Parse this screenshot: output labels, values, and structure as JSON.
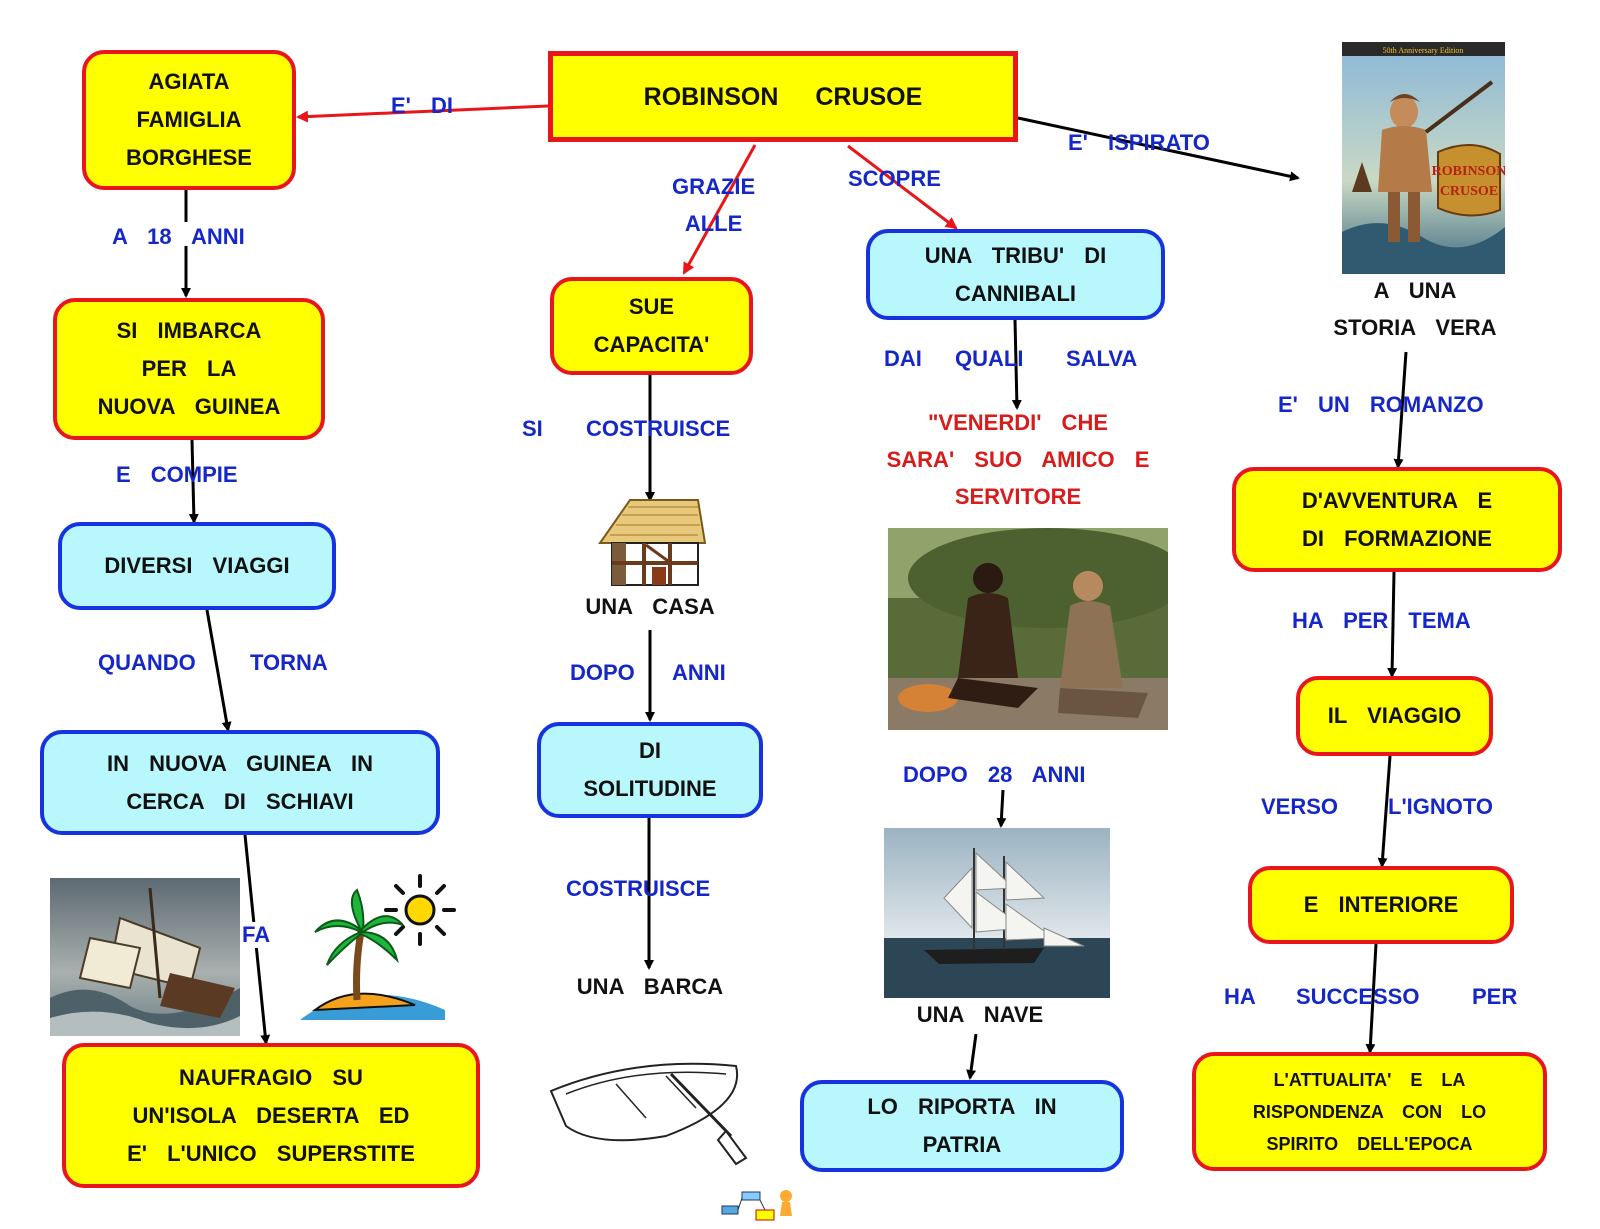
{
  "nodes": {
    "title": "ROBINSON CRUSOE",
    "famiglia": "AGIATA\nFAMIGLIA\nBORGHESE",
    "imbarca": "SI IMBARCA\nPER LA\nNUOVA GUINEA",
    "viaggi": "DIVERSI VIAGGI",
    "schiavi": "IN NUOVA GUINEA IN\nCERCA DI SCHIAVI",
    "naufragio": "NAUFRAGIO SU\nUN'ISOLA DESERTA ED\nE' L'UNICO SUPERSTITE",
    "capacita": "SUE\nCAPACITA'",
    "solitudine": "DI\nSOLITUDINE",
    "tribu": "UNA TRIBU' DI\nCANNIBALI",
    "patria": "LO RIPORTA IN\nPATRIA",
    "avventura": "D'AVVENTURA E\nDI FORMAZIONE",
    "viaggio": "IL VIAGGIO",
    "interiore": "E INTERIORE",
    "attualita": "L'ATTUALITA' E LA\nRISPONDENZA CON LO\nSPIRITO DELL'EPOCA"
  },
  "plain_text": {
    "casa": "UNA CASA",
    "barca": "UNA BARCA",
    "nave": "UNA NAVE",
    "storia": "A UNA\nSTORIA VERA",
    "venerdi": "\"VENERDI' CHE\nSARA' SUO AMICO E\nSERVITORE"
  },
  "links": {
    "e_di": "E' DI",
    "a18": "A 18 ANNI",
    "e_compie": "E COMPIE",
    "quando": "QUANDO",
    "torna": "TORNA",
    "fa": "FA",
    "grazie": "GRAZIE\nALLE",
    "si": "SI",
    "costruisce1": "COSTRUISCE",
    "dopo": "DOPO",
    "anni": "ANNI",
    "costruisce2": "COSTRUISCE",
    "scopre": "SCOPRE",
    "dai": "DAI",
    "quali": "QUALI",
    "salva": "SALVA",
    "dopo28": "DOPO 28 ANNI",
    "ispirato": "E' ISPIRATO",
    "romanzo": "E' UN ROMANZO",
    "tema": "HA PER TEMA",
    "verso": "VERSO",
    "ignoto": "L'IGNOTO",
    "ha": "HA",
    "successo": "SUCCESSO",
    "per": "PER"
  },
  "poster": {
    "title1": "ROBINSON",
    "title2": "CRUSOE",
    "banner": "50th Anniversary Edition"
  },
  "colors": {
    "yellow_fill": "#ffff00",
    "red_border": "#e8151b",
    "cyan_fill": "#b8f7fb",
    "blue_border": "#1534e0",
    "link_text": "#1627c8",
    "red_text": "#d81b1b"
  }
}
